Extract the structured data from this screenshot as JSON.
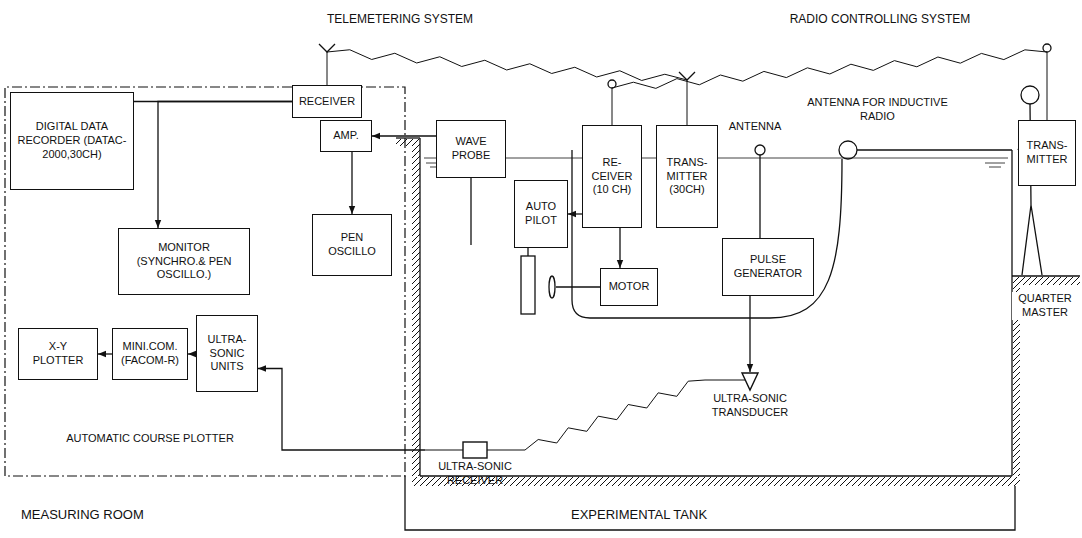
{
  "diagram": {
    "nodes": [
      {
        "text": [
          "RECEIVER"
        ]
      },
      {
        "text": [
          "DIGITAL DATA RECORDER (DATAC-2000,30CH)"
        ]
      },
      {
        "text": [
          "MONITOR (SYNCHRO.& PEN OSCILLO.)"
        ]
      },
      {
        "text": [
          "X-Y PLOTTER"
        ]
      },
      {
        "text": [
          "MINI.COM. (FACOM-R)"
        ]
      },
      {
        "text": [
          "ULTRA- SONIC UNITS"
        ]
      },
      {
        "text": [
          "AMP."
        ]
      },
      {
        "text": [
          "PEN OSCILLO"
        ]
      },
      {
        "text": [
          "WAVE PROBE"
        ]
      },
      {
        "text": [
          "AUTO PILOT"
        ]
      },
      {
        "text": [
          "RE- CEIVER (10 CH)"
        ]
      },
      {
        "text": [
          "TRANS- MITTER (30CH)"
        ]
      },
      {
        "text": [
          "MOTOR"
        ]
      },
      {
        "text": [
          "PULSE GENERATOR"
        ]
      },
      {
        "text": [
          "TRANS- MITTER"
        ]
      },
      {
        "text": [
          "ULTRA-SONIC TRANSDUCER"
        ]
      },
      {
        "text": [
          "ULTRA-SONIC RECEIVER"
        ]
      }
    ],
    "edges": [
      {
        "from": 0,
        "to": 1,
        "arrow": "none"
      },
      {
        "from": 0,
        "to": 2,
        "arrow": "to"
      },
      {
        "from": 8,
        "to": 6,
        "arrow": "to"
      },
      {
        "from": 6,
        "to": 7,
        "arrow": "to"
      },
      {
        "from": 16,
        "to": 5,
        "arrow": "to"
      },
      {
        "from": 5,
        "to": 4,
        "arrow": "to"
      },
      {
        "from": 4,
        "to": 3,
        "arrow": "to"
      },
      {
        "from": 10,
        "to": 9,
        "arrow": "to"
      },
      {
        "from": 10,
        "to": 12,
        "arrow": "to"
      },
      {
        "from": 13,
        "to": 15,
        "arrow": "to"
      },
      {
        "from": 11,
        "to": 0,
        "arrow": "none"
      },
      {
        "from": 14,
        "to": 10,
        "arrow": "none"
      },
      {
        "from": 15,
        "to": 16,
        "arrow": "none"
      }
    ],
    "labels": [
      "TELEMETERING SYSTEM",
      "RADIO CONTROLLING SYSTEM",
      "ANTENNA",
      "ANTENNA FOR INDUCTIVE RADIO",
      "QUARTER MASTER",
      "AUTOMATIC COURSE PLOTTER",
      "MEASURING ROOM",
      "EXPERIMENTAL TANK"
    ]
  }
}
